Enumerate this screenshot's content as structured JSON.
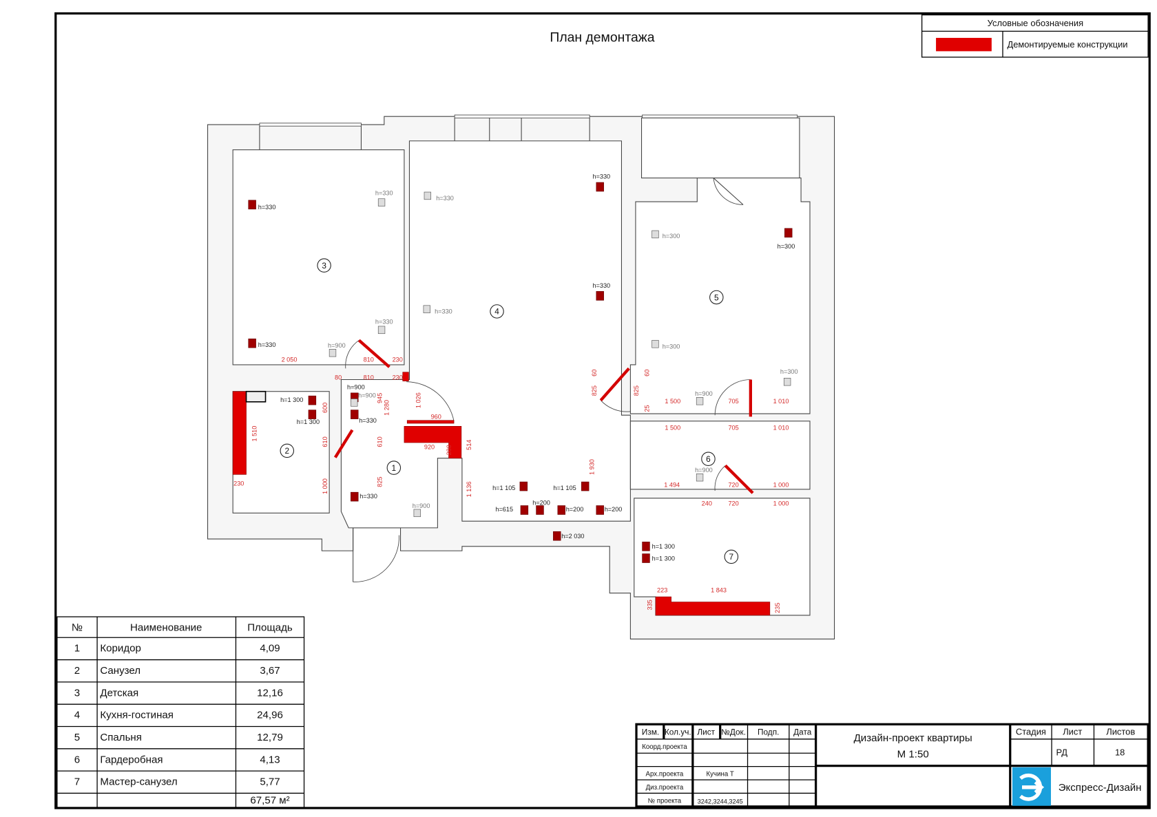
{
  "sheet": {
    "title": "План демонтажа"
  },
  "legend": {
    "header": "Условные обозначения",
    "item_label": "Демонтируемые конструкции",
    "item_color": "#e00000"
  },
  "rooms_table": {
    "headers": [
      "№",
      "Наименование",
      "Площадь"
    ],
    "rows": [
      {
        "n": "1",
        "name": "Коридор",
        "area": "4,09"
      },
      {
        "n": "2",
        "name": "Санузел",
        "area": "3,67"
      },
      {
        "n": "3",
        "name": "Детская",
        "area": "12,16"
      },
      {
        "n": "4",
        "name": "Кухня-гостиная",
        "area": "24,96"
      },
      {
        "n": "5",
        "name": "Спальня",
        "area": "12,79"
      },
      {
        "n": "6",
        "name": "Гардеробная",
        "area": "4,13"
      },
      {
        "n": "7",
        "name": "Мастер-санузел",
        "area": "5,77"
      }
    ],
    "total": "67,57 м²"
  },
  "title_block": {
    "cols": [
      "Изм.",
      "Кол.уч.",
      "Лист",
      "№Док.",
      "Подп.",
      "Дата"
    ],
    "row_labels": [
      "Коорд.проекта",
      "Арх.проекта",
      "Диз.проекта",
      "№ проекта"
    ],
    "arch_name": "Кучина Т",
    "project_no": "3242,3244,3245",
    "project_title": "Дизайн-проект квартиры",
    "scale": "М 1:50",
    "stage_header": "Стадия",
    "sheet_header": "Лист",
    "sheets_header": "Листов",
    "stage": "РД",
    "sheets": "18",
    "company": "Экспресс-Дизайн",
    "logo_color": "#1aa0dc"
  },
  "plan": {
    "room_numbers": [
      "1",
      "2",
      "3",
      "4",
      "5",
      "6",
      "7"
    ],
    "heights": [
      "h=330",
      "h=330",
      "h=330",
      "h=330",
      "h=330",
      "h=330",
      "h=900",
      "h=900",
      "h=900",
      "h=1 300",
      "h=1 300",
      "h=330",
      "h=330",
      "h=900",
      "h=330",
      "h=330",
      "h=300",
      "h=300",
      "h=300",
      "h=300",
      "h=900",
      "h=900",
      "h=1 105",
      "h=1 105",
      "h=615",
      "h=200",
      "h=200",
      "h=200",
      "h=2 030",
      "h=1 300",
      "h=1 300"
    ],
    "dims_h": [
      "2 050",
      "810",
      "230",
      "80",
      "810",
      "230",
      "960",
      "920",
      "230",
      "1 500",
      "705",
      "1 010",
      "1 500",
      "705",
      "1 010",
      "1 494",
      "720",
      "1 000",
      "240",
      "720",
      "1 000",
      "223",
      "1 843"
    ],
    "dims_v": [
      "1 510",
      "600",
      "945",
      "1 280",
      "1 026",
      "610",
      "610",
      "1 000",
      "825",
      "280",
      "514",
      "1 136",
      "60",
      "825",
      "60",
      "825",
      "25",
      "1 930",
      "335",
      "235"
    ]
  }
}
